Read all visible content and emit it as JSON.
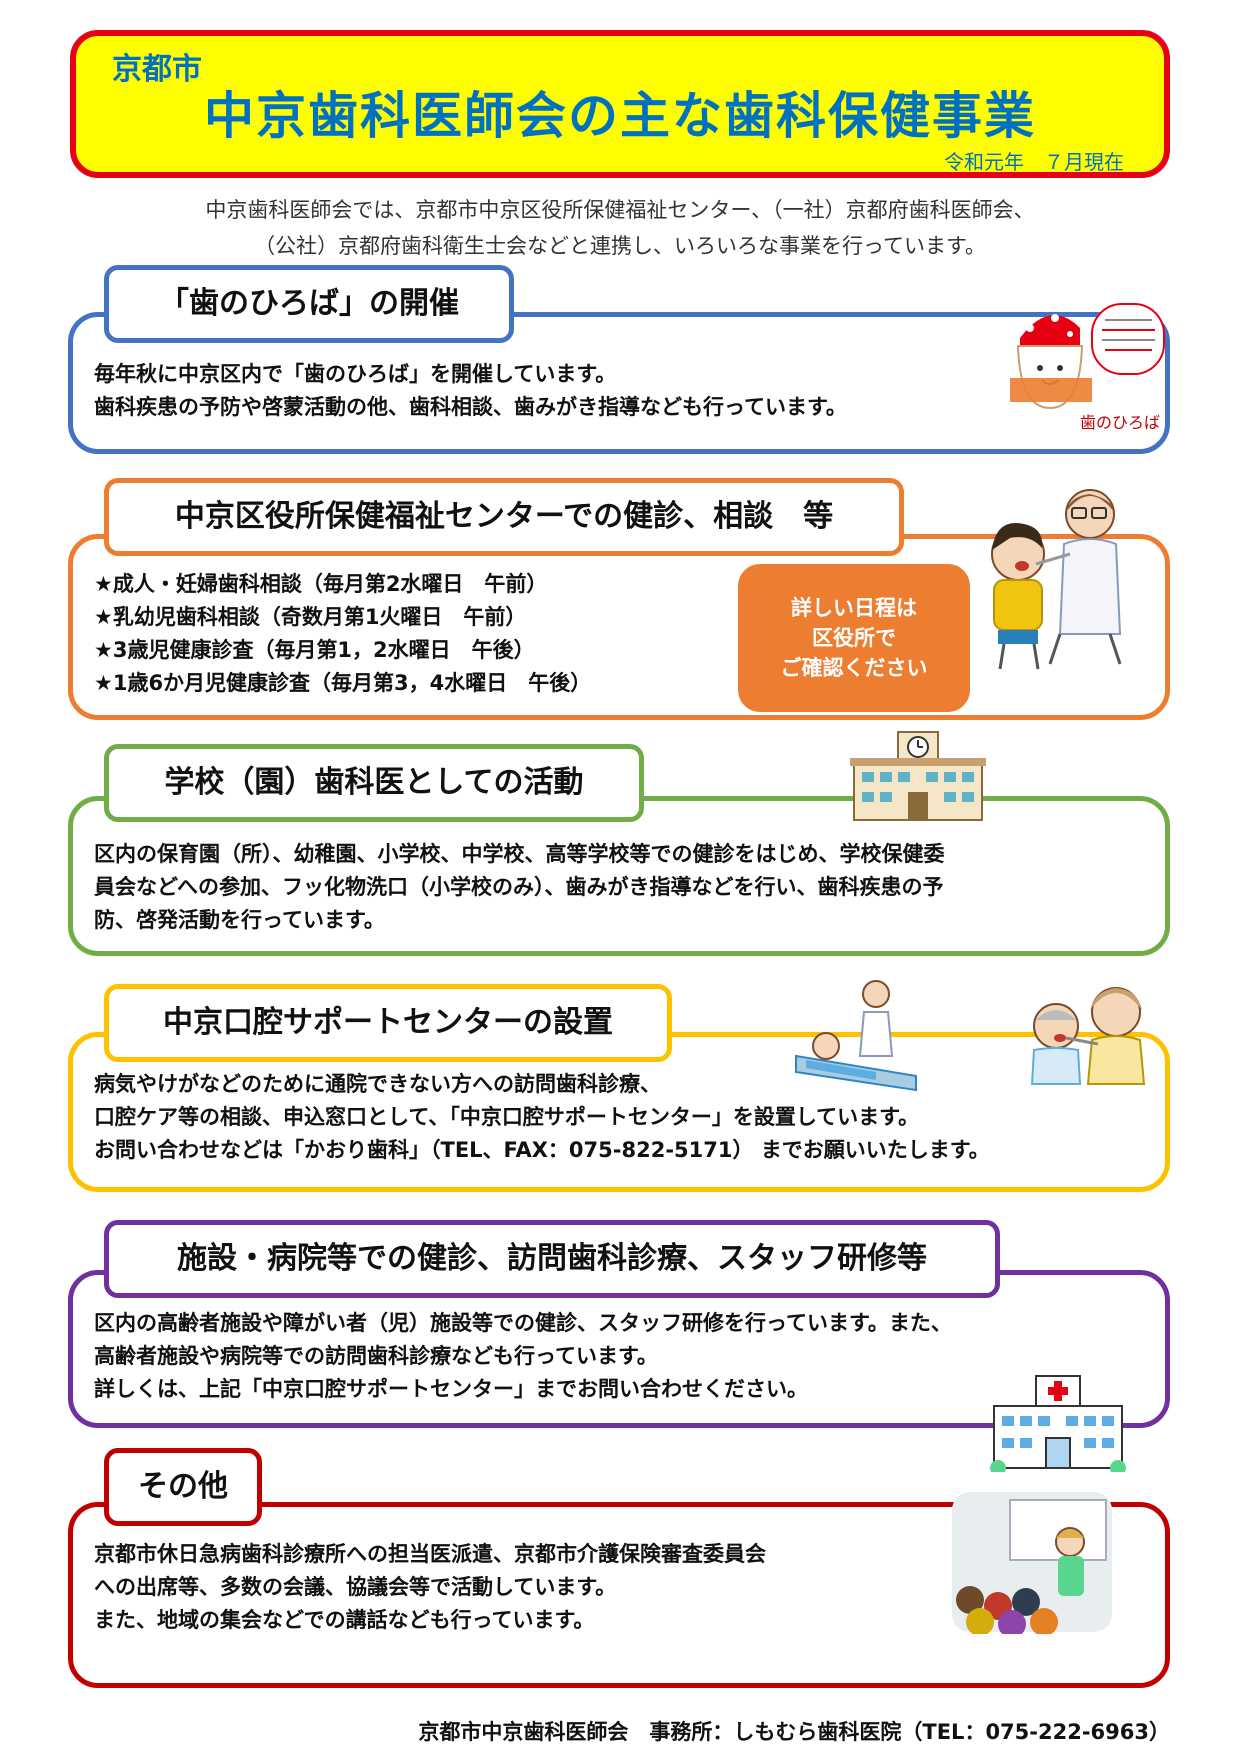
{
  "header": {
    "city": "京都市",
    "title": "中京歯科医師会の主な歯科保健事業",
    "date": "令和元年　７月現在"
  },
  "intro": {
    "line1": "中京歯科医師会では、京都市中京区役所保健福祉センター、（一社）京都府歯科医師会、",
    "line2": "（公社）京都府歯科衛生士会などと連携し、いろいろな事業を行っています。"
  },
  "sections": [
    {
      "title": "「歯のひろば」の開催",
      "lines": [
        "毎年秋に中京区内で「歯のひろば」を開催しています。",
        "歯科疾患の予防や啓蒙活動の他、歯科相談、歯みがき指導なども行っています。"
      ],
      "poster_label": "歯のひろば"
    },
    {
      "title": "中京区役所保健福祉センターでの健診、相談　等",
      "lines": [
        "★成人・妊婦歯科相談（毎月第2水曜日　午前）",
        "★乳幼児歯科相談（奇数月第1火曜日　午前）",
        "★3歳児健康診査（毎月第1，2水曜日　午後）",
        "★1歳6か月児健康診査（毎月第3，4水曜日　午後）"
      ],
      "callout": [
        "詳しい日程は",
        "区役所で",
        "ご確認ください"
      ]
    },
    {
      "title": "学校（園）歯科医としての活動",
      "lines": [
        "区内の保育園（所）、幼稚園、小学校、中学校、高等学校等での健診をはじめ、学校保健委",
        "員会などへの参加、フッ化物洗口（小学校のみ）、歯みがき指導などを行い、歯科疾患の予",
        "防、啓発活動を行っています。"
      ]
    },
    {
      "title": "中京口腔サポートセンターの設置",
      "lines": [
        "病気やけがなどのために通院できない方への訪問歯科診療、",
        "口腔ケア等の相談、申込窓口として、「中京口腔サポートセンター」を設置しています。",
        "お問い合わせなどは「かおり歯科」（TEL、FAX：075-822-5171） までお願いいたします。"
      ]
    },
    {
      "title": "施設・病院等での健診、訪問歯科診療、スタッフ研修等",
      "lines": [
        "区内の高齢者施設や障がい者（児）施設等での健診、スタッフ研修を行っています。また、",
        "高齢者施設や病院等での訪問歯科診療なども行っています。",
        "詳しくは、上記「中京口腔サポートセンター」までお問い合わせください。"
      ]
    },
    {
      "title": "その他",
      "lines": [
        "京都市休日急病歯科診療所への担当医派遣、京都市介護保険審査委員会",
        "への出席等、多数の会議、協議会等で活動しています。",
        "また、地域の集会などでの講話なども行っています。"
      ]
    }
  ],
  "footer": "京都市中京歯科医師会　事務所：しもむら歯科医院（TEL：075-222-6963）",
  "colors": {
    "banner_bg": "#ffff00",
    "banner_border": "#e60012",
    "title": "#0070c0",
    "blue": "#4472c4",
    "orange": "#ed7d31",
    "green": "#70ad47",
    "yellow": "#ffc000",
    "purple": "#7030a0",
    "red": "#c00000"
  }
}
